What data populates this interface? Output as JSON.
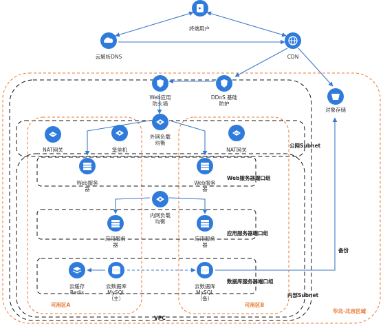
{
  "nodes": {
    "user": {
      "label": "终端用户"
    },
    "dns": {
      "label": "云解析DNS"
    },
    "cdn": {
      "label": "CDN"
    },
    "waf": {
      "label": "Web应用\n防火墙"
    },
    "ddos": {
      "label": "DDoS 基础\n防护"
    },
    "oss": {
      "label": "对象存储"
    },
    "slb_public": {
      "label": "外网负载\n均衡"
    },
    "nat_a": {
      "label": "NAT网关"
    },
    "bastion": {
      "label": "堡垒机"
    },
    "nat_b": {
      "label": "NAT网关"
    },
    "web_a": {
      "label": "Web服务\n器"
    },
    "web_b": {
      "label": "Web服务\n器"
    },
    "slb_internal": {
      "label": "内网负载\n均衡"
    },
    "app_a": {
      "label": "应用服务\n器"
    },
    "app_b": {
      "label": "应用服务\n器"
    },
    "redis": {
      "label": "云缓存\nRedis"
    },
    "db_master": {
      "label": "云数据库\nMySQL\n（主）"
    },
    "db_slave": {
      "label": "云数据库\nMySQL\n（备）"
    }
  },
  "zones": {
    "region": "华北-北京区域",
    "vpc": "VPC",
    "public_subnet": "公网Subnet",
    "private_subnet": "内部Subnet",
    "az_a": "可用区A",
    "az_b": "可用区B",
    "web_group": "Web服务器端口组",
    "app_group": "应用服务器端口组",
    "db_group": "数据库服务器端口组"
  },
  "edges": {
    "backup": "备份"
  },
  "colors": {
    "icon": "#2f7bdc",
    "icon_light": "#e6f0fb",
    "arrow": "#3a78c9",
    "orange": "#e8772e",
    "dash": "#111111"
  }
}
